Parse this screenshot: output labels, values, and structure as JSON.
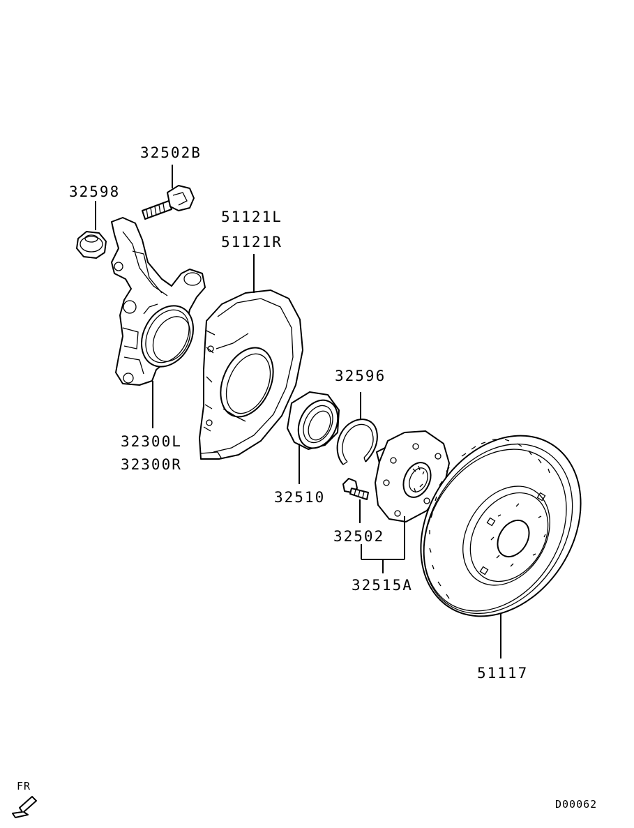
{
  "labels": {
    "bolt_knuckle": "32502B",
    "nut": "32598",
    "dust_shield_l": "51121L",
    "dust_shield_r": "51121R",
    "knuckle_l": "32300L",
    "knuckle_r": "32300R",
    "snap_ring": "32596",
    "bearing": "32510",
    "hub_bolt": "32502",
    "hub_assembly": "32515A",
    "brake_disc": "51117"
  },
  "orientation_label": "FR",
  "diagram_id": "D00062"
}
